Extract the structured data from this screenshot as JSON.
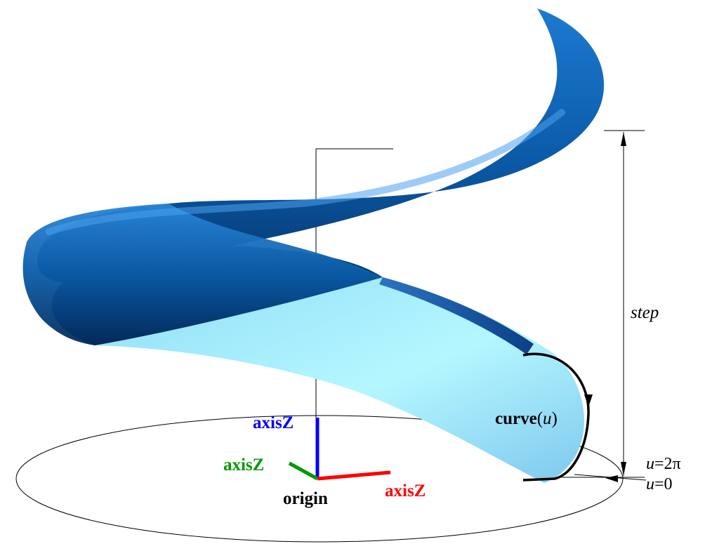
{
  "labels": {
    "axis_vertical": "axisZ",
    "axis_left": "axisZ",
    "axis_right": "axisZ",
    "origin": "origin",
    "curve_bold": "curve",
    "curve_open": "(",
    "curve_param": "u",
    "curve_close": ")",
    "step": "step",
    "u_top_var": "u",
    "u_top_val": "=2π",
    "u_bottom_var": "u",
    "u_bottom_val": "=0"
  },
  "colors": {
    "axis_vertical": "#0000ff",
    "axis_left": "#009900",
    "axis_right": "#ff0000",
    "surface_outer": "#0a5fb0",
    "surface_inner": "#a8f2ff",
    "lines": "#000000"
  }
}
